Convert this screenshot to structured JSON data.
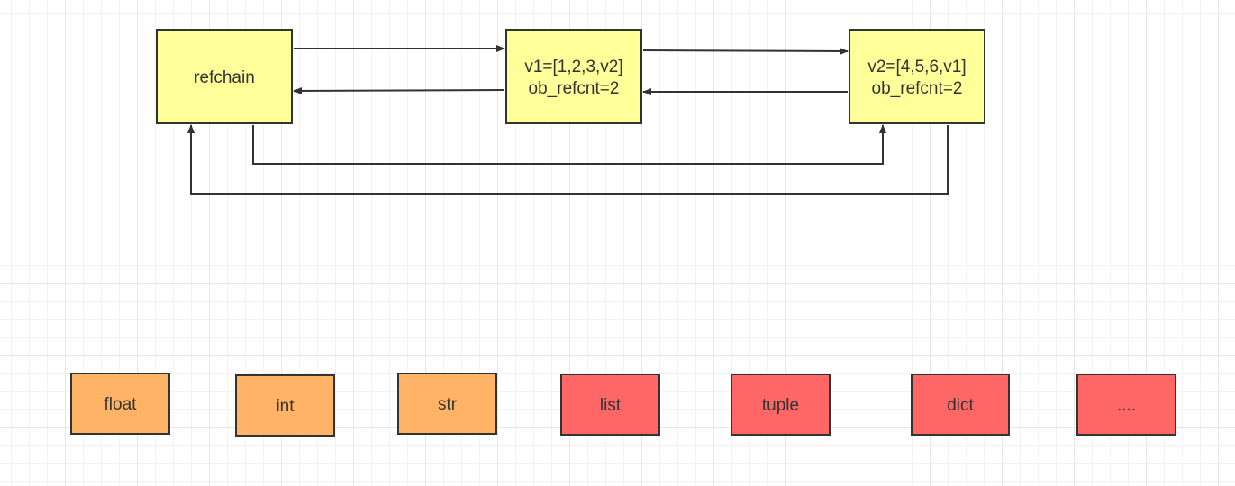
{
  "colors": {
    "node_yellow": "#ffff99",
    "node_orange": "#ffb366",
    "node_red": "#ff6666",
    "stroke": "#333333"
  },
  "diagram": {
    "refchain": {
      "label": "refchain"
    },
    "v1": {
      "line1": "v1=[1,2,3,v2]",
      "line2": "ob_refcnt=2"
    },
    "v2": {
      "line1": "v2=[4,5,6,v1]",
      "line2": "ob_refcnt=2"
    },
    "types": {
      "float": "float",
      "int": "int",
      "str": "str",
      "list": "list",
      "tuple": "tuple",
      "dict": "dict",
      "more": "...."
    }
  }
}
